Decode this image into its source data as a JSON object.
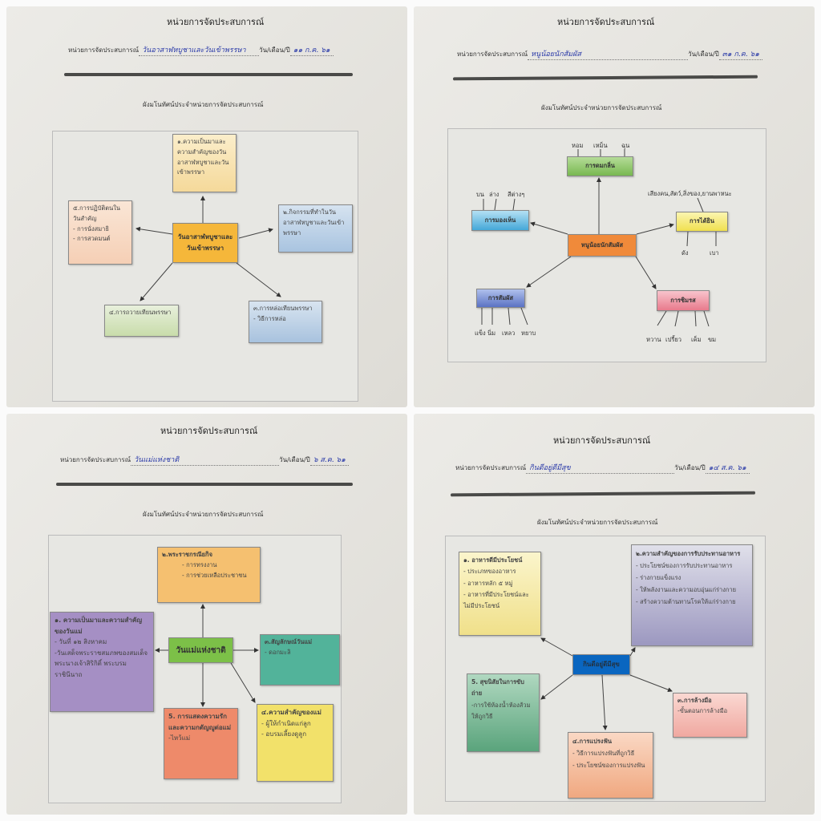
{
  "common": {
    "heading": "หน่วยการจัดประสบการณ์",
    "unit_label": "หน่วยการจัดประสบการณ์",
    "date_label": "วัน/เดือน/ปี",
    "map_title": "ผังมโนทัศน์ประจำหน่วยการจัดประสบการณ์"
  },
  "pages": [
    {
      "unit": "วันอาสาฬหบูชาและวันเข้าพรรษา",
      "date": "๑๑ ก.ค. ๖๑",
      "center": "วันอาสาฬหบูชาและวันเข้าพรรษา",
      "nodes": [
        "๑.ความเป็นมาและความสำคัญของวันอาสาฬหบูชาและวันเข้าพรรษา",
        "๒.กิจกรรมที่ทำในวันอาสาฬหบูชาและวันเข้าพรรษา",
        "๓.การหล่อเทียนพรรษา",
        "- วิธีการหล่อ",
        "๔.การถวายเทียนพรรษา",
        "๕.การปฏิบัติตนในวันสำคัญ",
        "- การนั่งสมาธิ",
        "- การสวดมนต์"
      ],
      "colors": {
        "center": "#f5b73a"
      }
    },
    {
      "unit": "หนูน้อยนักสัมผัส",
      "date": "๓๑ ก.ค. ๖๑",
      "center": "หนูน้อยนักสัมผัส",
      "smell": {
        "label": "การดมกลิ่น",
        "items": [
          "หอม",
          "เหม็น",
          "ฉุน"
        ]
      },
      "see": {
        "label": "การมองเห็น",
        "items": [
          "บน",
          "ล่าง",
          "สีต่างๆ"
        ]
      },
      "hear": {
        "label": "การได้ยิน",
        "above": "เสียงคน,สัตว์,สิ่งของ,ยานพาหนะ",
        "items": [
          "ดัง",
          "เบา"
        ]
      },
      "touch": {
        "label": "การสัมผัส",
        "items": [
          "แข็ง",
          "นิ่ม",
          "เหลว",
          "หยาบ"
        ]
      },
      "taste": {
        "label": "การชิมรส",
        "items": [
          "หวาน",
          "เปรี้ยว",
          "เค็ม",
          "ขม"
        ]
      }
    },
    {
      "unit": "วันแม่แห่งชาติ",
      "date": "๖ ส.ค. ๖๑",
      "center": "วันแม่แห่งชาติ",
      "n1": {
        "title": "๑. ความเป็นมาและความสำคัญของวันแม่",
        "items": [
          "- วันที่ ๑๒ สิงหาคม",
          "-วันเสด็จพระราชสมภพของสมเด็จพระนางเจ้าสิริกิติ์ พระบรมราชินีนาถ"
        ]
      },
      "n2": {
        "title": "๒.พระราชกรณียกิจ",
        "items": [
          "- การทรงงาน",
          "- การช่วยเหลือประชาชน"
        ]
      },
      "n3": {
        "title": "๓.สัญลักษณ์วันแม่",
        "items": [
          "- ดอกมะลิ"
        ]
      },
      "n4": {
        "title": "๔.ความสำคัญของแม่",
        "items": [
          "- ผู้ให้กำเนิดแก่ลูก",
          "- อบรมเลี้ยงดูลูก"
        ]
      },
      "n5": {
        "title": "5. การแสดงความรักและความกตัญญูต่อแม่",
        "items": [
          "-ไหว้แม่"
        ]
      }
    },
    {
      "unit": "กินดีอยู่ดีมีสุข",
      "date": "๑๔ ส.ค. ๖๑",
      "center": "กินดีอยู่ดีมีสุข",
      "n1": {
        "title": "๑. อาหารดีมีประโยชน์",
        "items": [
          "- ประเภทของอาหาร",
          "- อาหารหลัก ๕ หมู่",
          "- อาหารที่มีประโยชน์และไม่มีประโยชน์"
        ]
      },
      "n2": {
        "title": "๒.ความสำคัญของการรับประทานอาหาร",
        "items": [
          "- ประโยชน์ของการรับประทานอาหาร",
          "- ร่างกายแข็งแรง",
          "- ให้พลังงานและความอบอุ่นแก่ร่างกาย",
          "- สร้างความต้านทานโรคให้แก่ร่างกาย"
        ]
      },
      "n3": {
        "title": "๓.การล้างมือ",
        "items": [
          "-ขั้นตอนการล้างมือ"
        ]
      },
      "n4": {
        "title": "๔.การแปรงฟัน",
        "items": [
          "- วิธีการแปรงฟันที่ถูกวิธี",
          "- ประโยชน์ของการแปรงฟัน"
        ]
      },
      "n5": {
        "title": "5. สุขนิสัยในการขับถ่าย",
        "items": [
          "-การใช้ห้องน้ำห้องส้วมให้ถูกวิธี"
        ]
      }
    }
  ]
}
